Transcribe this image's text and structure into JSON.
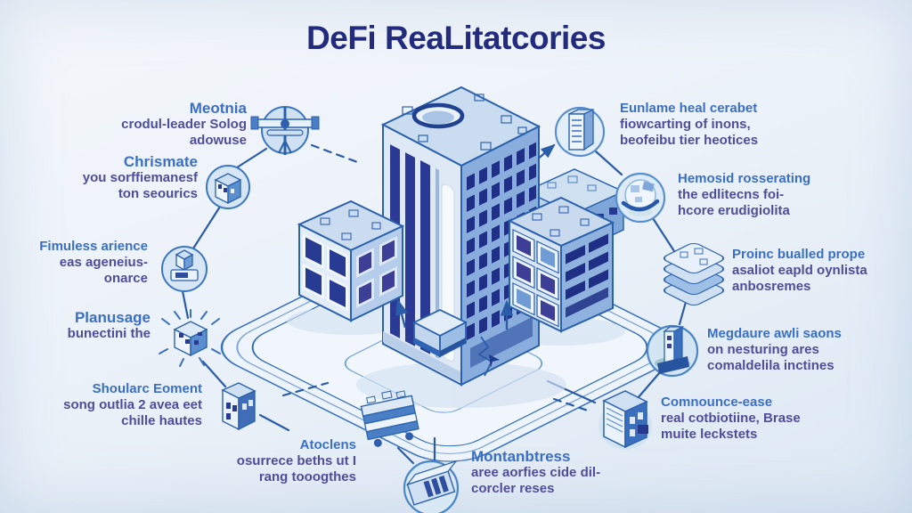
{
  "title": "DeFi ReaLitatcories",
  "colors": {
    "title_navy": "#222b7d",
    "label_blue": "#3a6fc5",
    "label_purple": "#4f4d99",
    "line_blue": "#2a5ca8",
    "building_outline": "#2b62ae",
    "window_navy": "#27388f",
    "background_top": "#f4f7fb",
    "background_bottom": "#dde8f3"
  },
  "labels": [
    {
      "name": "meotnia",
      "lines": [
        "Meotnia",
        "crodul-leader Solog",
        "adowuse"
      ]
    },
    {
      "name": "chrismate",
      "lines": [
        "Chrismate",
        "you sorffiemanesf",
        "ton seourics"
      ]
    },
    {
      "name": "fimuless",
      "lines": [
        "Fimuless arience",
        "eas ageneius-",
        "onarce"
      ]
    },
    {
      "name": "planusage",
      "lines": [
        "Planusage",
        "bunectini the",
        ""
      ]
    },
    {
      "name": "shoularc",
      "lines": [
        "Shoularc Eoment",
        "song outlia 2 avea eet",
        "chille hautes"
      ]
    },
    {
      "name": "atoclens",
      "lines": [
        "Atoclens",
        "osurrece beths ut I",
        "rang tooogthes"
      ]
    },
    {
      "name": "montanbtress",
      "lines": [
        "Montanbtress",
        "aree aorfies cide dil-",
        "corcler reses"
      ]
    },
    {
      "name": "eunlame",
      "lines": [
        "Eunlame heal cerabet",
        "fiowcarting of inons,",
        "beofeibu tier heotices"
      ]
    },
    {
      "name": "hemosid",
      "lines": [
        "Hemosid rosserating",
        "the edlitecns foi-",
        "hcore erudigiolita"
      ]
    },
    {
      "name": "proinc",
      "lines": [
        "Proinc bualled prope",
        "asaliot eapld oynlista",
        "anbosremes"
      ]
    },
    {
      "name": "megdaure",
      "lines": [
        "Megdaure awli saons",
        "on nesturing ares",
        "comaldelila inctines"
      ]
    },
    {
      "name": "comnounce",
      "lines": [
        "Comnounce-ease",
        "real cotbiotiine, Brase",
        "muite leckstets"
      ]
    }
  ],
  "icons": [
    "antenna-icon",
    "mini-building-icon",
    "machine-icon",
    "exploding-cube-icon",
    "small-building-icon",
    "cart-icon",
    "conveyor-icon",
    "server-icon",
    "globe-icon",
    "stack-icon",
    "tower-icon",
    "office-building-icon"
  ]
}
